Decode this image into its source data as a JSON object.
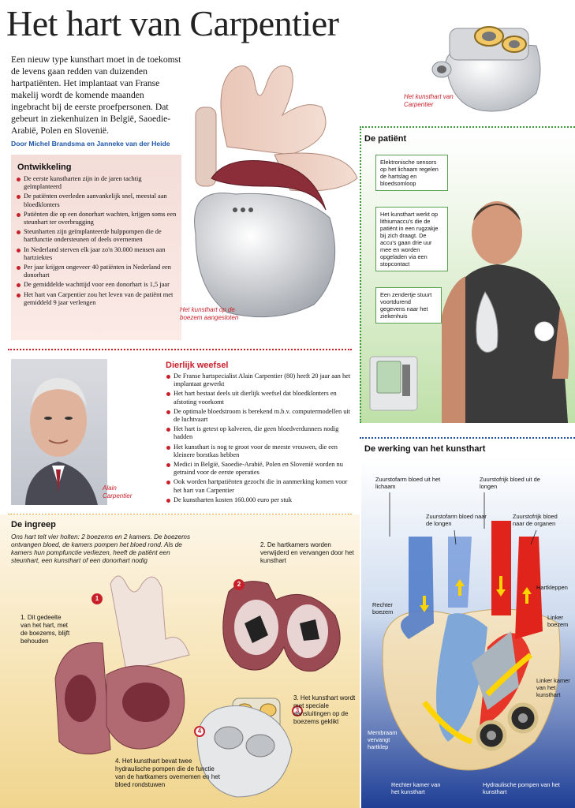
{
  "title": "Het hart van Carpentier",
  "intro": "Een nieuw type kunsthart moet in de toekomst de levens gaan redden van duizenden hartpatiënten. Het implantaat van Franse makelij wordt de komende maanden ingebracht bij de eerste proefpersonen. Dat gebeurt in ziekenhuizen in België, Saoedie-Arabië, Polen en Slovenië.",
  "byline": "Door Michel Brandsma en Janneke van der Heide",
  "top_right_caption": "Het kunsthart van Carpentier",
  "heart_caption": "Het kunsthart op de boezem aangesloten",
  "ontwikkeling": {
    "heading": "Ontwikkeling",
    "items": [
      "De eerste kunstharten zijn in de jaren tachtig geïmplanteerd",
      "De patiënten overleden aanvankelijk snel, meestal aan bloedklonters",
      "Patiënten die op een donorhart wachten, krijgen soms een steunhart ter overbrugging",
      "Steunharten zijn geïmplanteerde hulppompen die de hartfunctie ondersteunen of deels overnemen",
      "In Nederland sterven elk jaar zo'n 30.000 mensen aan hartziektes",
      "Per jaar krijgen ongeveer 40 patiënten in Nederland een donorhart",
      "De gemiddelde wachttijd voor een donorhart is 1,5 jaar",
      "Het hart van Carpentier zou het leven van de patiënt met gemiddeld 9 jaar verlengen"
    ]
  },
  "dierlijk": {
    "heading": "Dierlijk weefsel",
    "portrait_caption": "Alain Carpentier",
    "items": [
      "De Franse hartspecialist Alain Carpentier (80) heeft 20 jaar aan het implantaat gewerkt",
      "Het hart bestaat deels uit dierlijk weefsel dat bloedklonters en afstoting voorkomt",
      "De optimale bloedstroom is berekend m.b.v. computermodellen uit de luchtvaart",
      "Het hart is getest op kalveren, die geen bloedverdunners nodig hadden",
      "Het kunsthart is nog te groot voor de meeste vrouwen, die een kleinere borstkas hebben",
      "Medici in België, Saoedie-Arabië, Polen en Slovenië worden nu getraind voor de eerste operaties",
      "Ook worden hartpatiënten gezocht die in aanmerking komen voor het hart van Carpentier",
      "De kunstharten kosten 160.000 euro per stuk"
    ]
  },
  "patient": {
    "heading": "De patiënt",
    "box1": "Elektronische sensors op het lichaam regelen de hartslag en bloedsomloop",
    "box2": "Het kunsthart werkt op lithiumaccu's die de patiënt in een rugzakje bij zich draagt. De accu's gaan drie uur mee en worden opgeladen via een stopcontact",
    "box3": "Een zendertje stuurt voortdurend gegevens naar het ziekenhuis"
  },
  "ingreep": {
    "heading": "De ingreep",
    "intro": "Ons hart telt vier holten: 2 boezems en 2 kamers. De boezems ontvangen bloed, de kamers pompen het bloed rond. Als de kamers hun pompfunctie verliezen, heeft de patiënt een steunhart, een kunsthart of een donorhart nodig",
    "step1": "1. Dit gedeelte van het hart, met de boezems, blijft behouden",
    "step2": "2. De hartkamers worden verwijderd en vervangen door het kunsthart",
    "step3": "3. Het kunsthart wordt met speciale aansluitingen op de boezems geklikt",
    "step4": "4. Het kunsthart bevat twee hydraulische pompen die de functie van de hartkamers overnemen en het bloed rondstuwen",
    "badges": [
      "1",
      "2",
      "3",
      "4"
    ]
  },
  "werking": {
    "heading": "De werking van het kunsthart",
    "labels": {
      "l1": "Zuurstofarm bloed uit het lichaam",
      "l2": "Zuurstofrijk bloed uit de longen",
      "l3": "Zuurstofarm bloed naar de longen",
      "l4": "Zuurstofrijk bloed naar de organen",
      "l5": "Hartkleppen",
      "l6": "Rechter boezem",
      "l7": "Linker boezem",
      "l8": "Linker kamer van het kunsthart",
      "l9": "Membraam vervangt hartklep",
      "l10": "Rechter kamer van het kunsthart",
      "l11": "Hydraulische pompen van het kunsthart"
    }
  }
}
